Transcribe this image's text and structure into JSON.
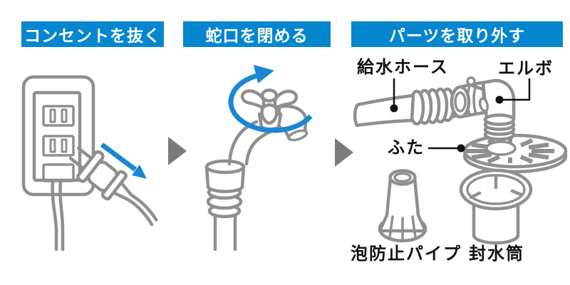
{
  "steps": [
    {
      "title": "コンセントを抜く",
      "illustration": "power-plug-being-unplugged-from-wall-outlet"
    },
    {
      "title": "蛇口を閉める",
      "illustration": "faucet-handle-turning-closed"
    },
    {
      "title": "パーツを取り外す",
      "illustration": "parts-to-remove-diagram"
    }
  ],
  "part_labels": {
    "supply_hose": "給水ホース",
    "elbow": "エルボ",
    "lid": "ふた",
    "foam_prevention_pipe": "泡防止パイプ",
    "water_seal_cylinder": "封水筒"
  },
  "colors": {
    "header_bg": "#0686ce",
    "arrow_blue": "#1b87d3",
    "line_gray": "#8f8f8f",
    "step_arrow": "#7b7b7b",
    "text_black": "#111111"
  }
}
